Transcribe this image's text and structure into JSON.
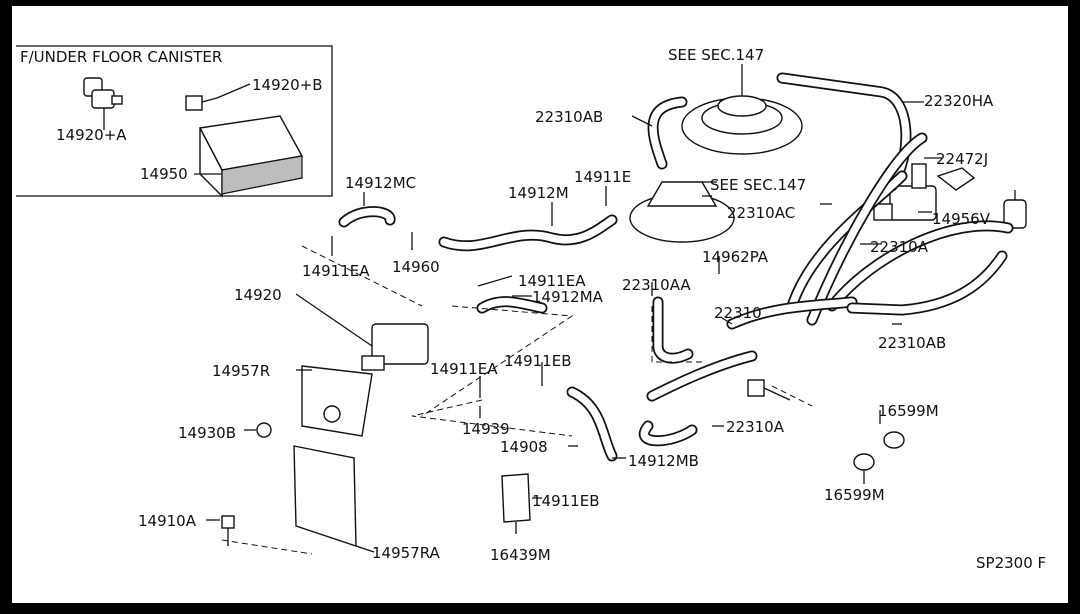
{
  "inset": {
    "title": "F/UNDER FLOOR CANISTER",
    "labels": [
      "14920+B",
      "14920+A",
      "14950"
    ]
  },
  "references": [
    "SEE SEC.147",
    "SEE SEC.147"
  ],
  "labels": {
    "l_22310AB_top": "22310AB",
    "l_22320HA": "22320HA",
    "l_22472J": "22472J",
    "l_14912MC": "14912MC",
    "l_14911E": "14911E",
    "l_14912M": "14912M",
    "l_22310AC": "22310AC",
    "l_14956V": "14956V",
    "l_22310A_right": "22310A",
    "l_14911EA_a": "14911EA",
    "l_14960": "14960",
    "l_14962PA": "14962PA",
    "l_14911EA_b": "14911EA",
    "l_14912MA": "14912MA",
    "l_22310AA": "22310AA",
    "l_14920": "14920",
    "l_22310": "22310",
    "l_22310AB_right": "22310AB",
    "l_14957R": "14957R",
    "l_14911EA_c": "14911EA",
    "l_14911EB_a": "14911EB",
    "l_16599M_top": "16599M",
    "l_14930B": "14930B",
    "l_14939": "14939",
    "l_22310A_bottom": "22310A",
    "l_14908": "14908",
    "l_14912MB": "14912MB",
    "l_16599M_bottom": "16599M",
    "l_14911EB_b": "14911EB",
    "l_14910A": "14910A",
    "l_14957RA": "14957RA",
    "l_16439M": "16439M"
  },
  "diagram_code": "SP2300 F"
}
